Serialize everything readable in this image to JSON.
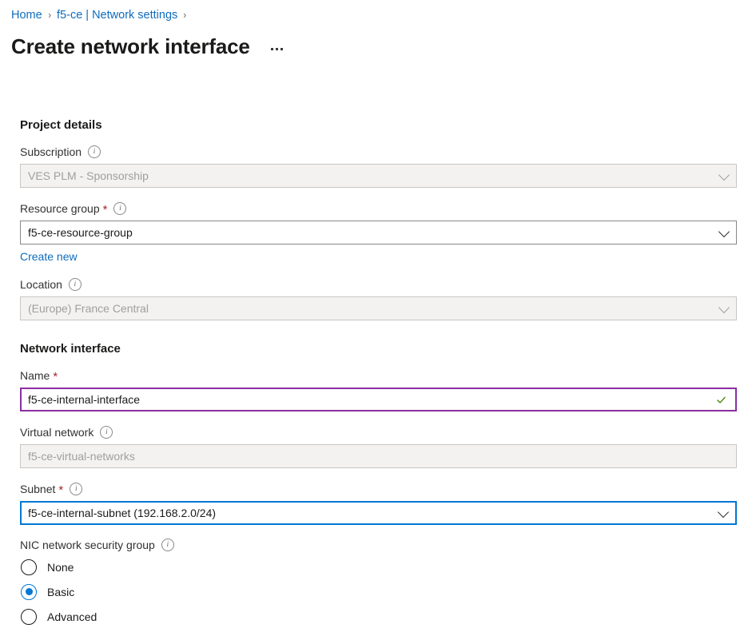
{
  "breadcrumb": {
    "items": [
      {
        "label": "Home",
        "link": true
      },
      {
        "label": "f5-ce | Network settings",
        "link": true
      }
    ],
    "separator": "›"
  },
  "header": {
    "title": "Create network interface",
    "more_label": "More commands",
    "more_icon": "ellipsis-icon"
  },
  "form": {
    "project_details": {
      "heading": "Project details",
      "subscription": {
        "label": "Subscription",
        "value": "VES PLM - Sponsorship",
        "disabled": true,
        "info_icon": "info-icon",
        "chevron_icon": "chevron-down-icon"
      },
      "resource_group": {
        "label": "Resource group",
        "required_marker": "*",
        "value": "f5-ce-resource-group",
        "info_icon": "info-icon",
        "chevron_icon": "chevron-down-icon",
        "create_new_label": "Create new"
      },
      "location": {
        "label": "Location",
        "value": "(Europe) France Central",
        "disabled": true,
        "info_icon": "info-icon",
        "chevron_icon": "chevron-down-icon"
      }
    },
    "network_interface": {
      "heading": "Network interface",
      "name": {
        "label": "Name",
        "required_marker": "*",
        "value": "f5-ce-internal-interface",
        "state": "valid",
        "valid_icon": "checkmark-icon",
        "border_color": "#8b2fa0",
        "valid_color": "#498205"
      },
      "virtual_network": {
        "label": "Virtual network",
        "value": "f5-ce-virtual-networks",
        "disabled": true,
        "info_icon": "info-icon"
      },
      "subnet": {
        "label": "Subnet",
        "required_marker": "*",
        "value": "f5-ce-internal-subnet (192.168.2.0/24)",
        "state": "focused",
        "info_icon": "info-icon",
        "chevron_icon": "chevron-down-icon",
        "border_color": "#0078d4"
      },
      "nic_nsg": {
        "label": "NIC network security group",
        "info_icon": "info-icon",
        "selected": "Basic",
        "options": [
          {
            "label": "None",
            "checked": false
          },
          {
            "label": "Basic",
            "checked": true
          },
          {
            "label": "Advanced",
            "checked": false
          }
        ]
      }
    }
  },
  "colors": {
    "link": "#0f6cbd",
    "accent": "#0078d4",
    "required": "#a4262c",
    "valid_purple": "#8b2fa0",
    "valid_green": "#498205",
    "disabled_bg": "#f3f2f1"
  }
}
